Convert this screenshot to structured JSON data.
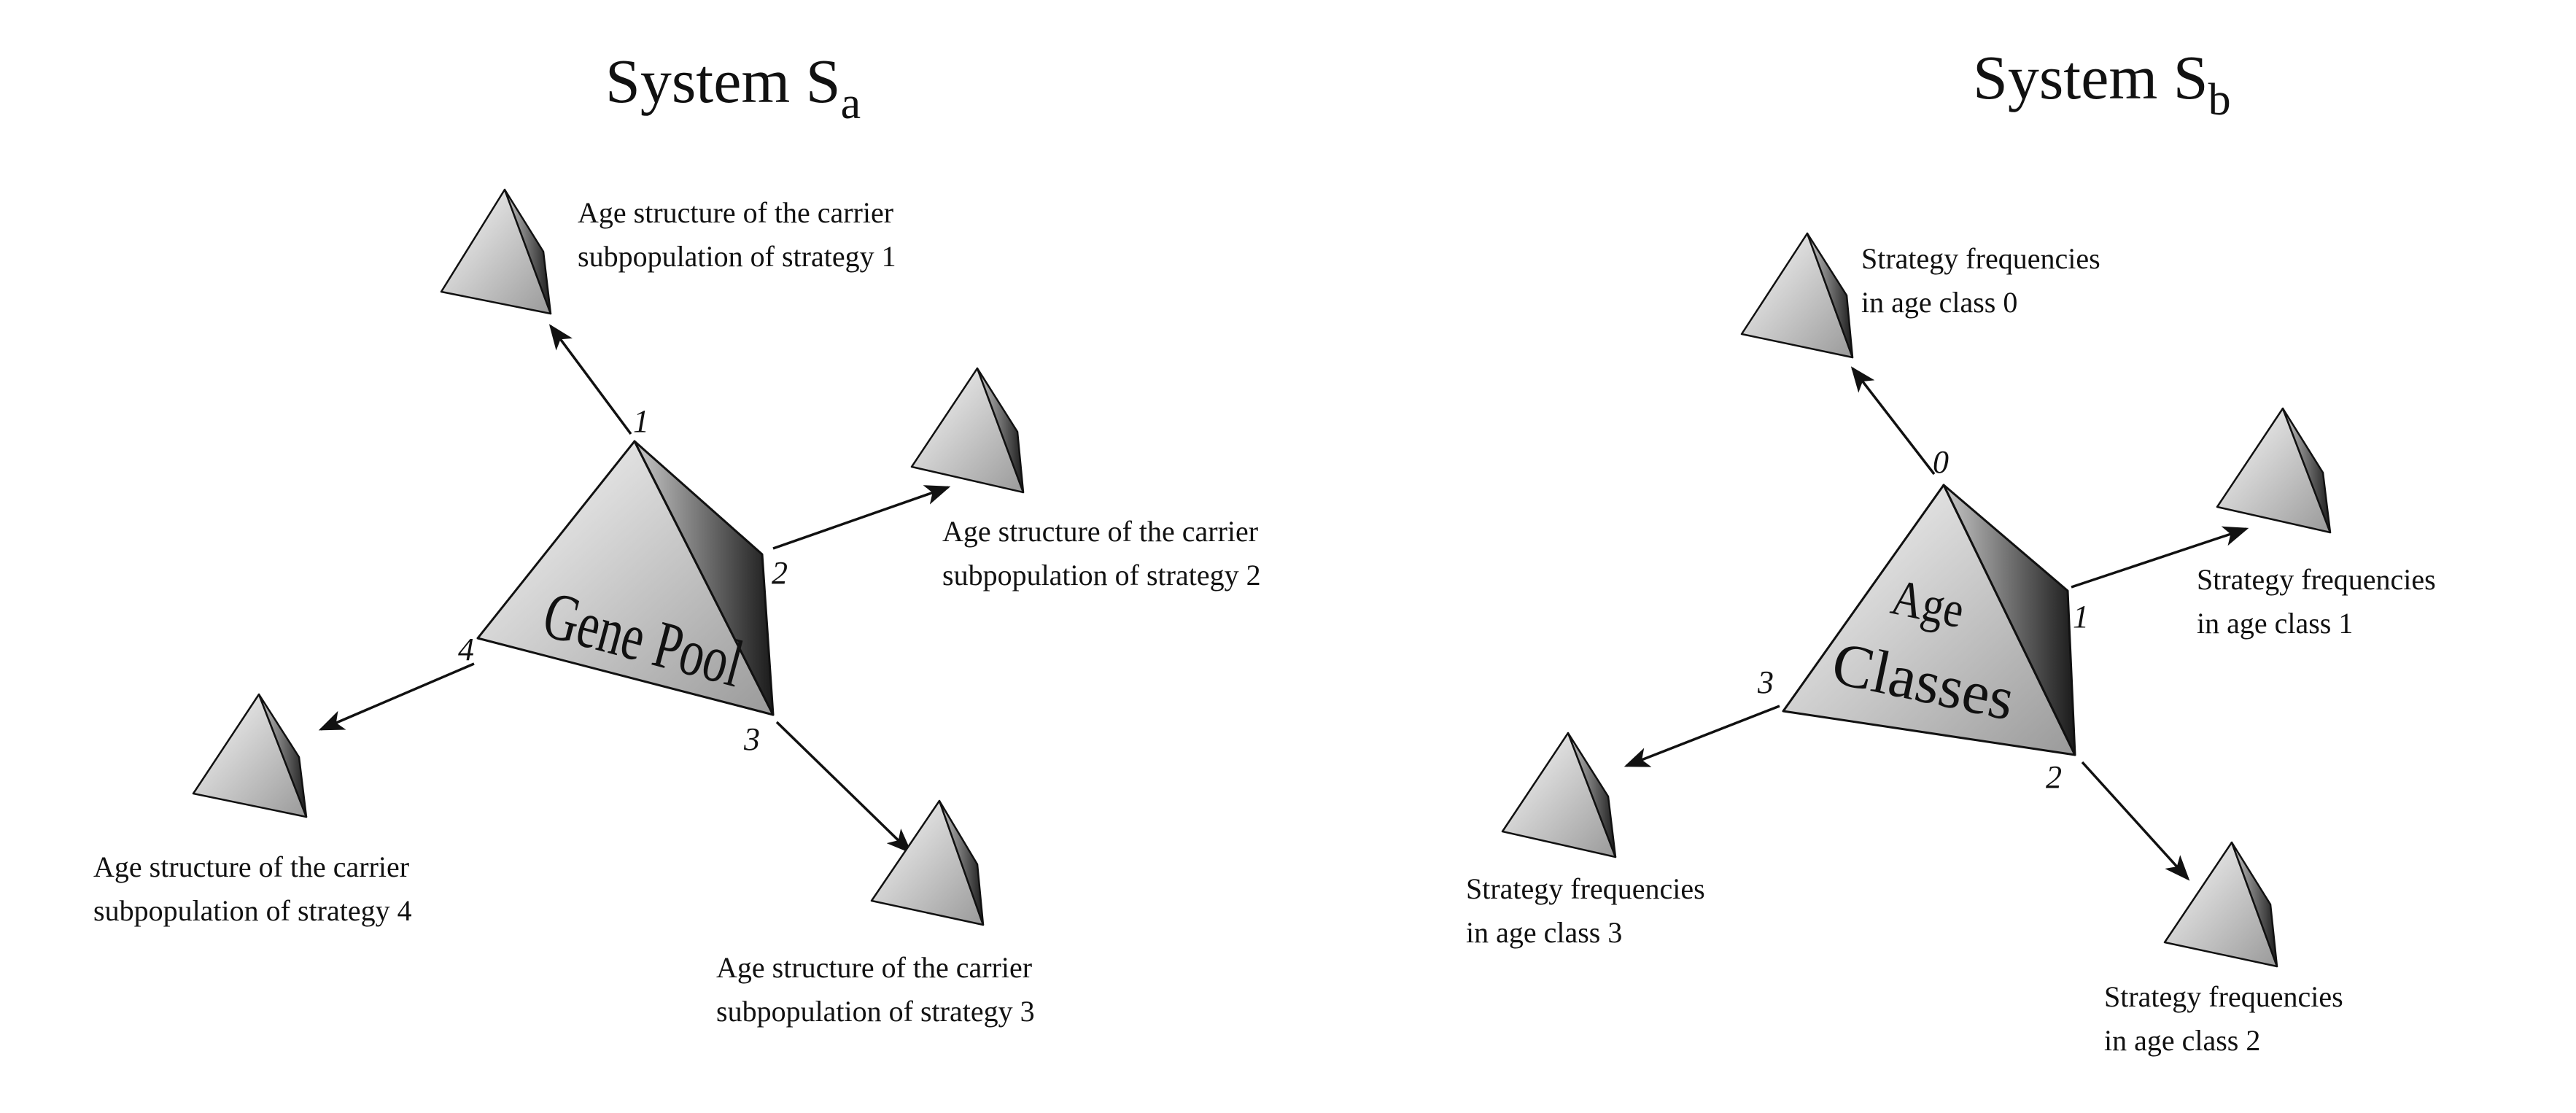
{
  "systems": {
    "a": {
      "title_main": "System S",
      "title_sub": "a",
      "center": {
        "line1": "Gene Pool",
        "line2": ""
      },
      "vertices": [
        "1",
        "2",
        "3",
        "4"
      ],
      "labels": [
        {
          "line1": "Age structure of the carrier",
          "line2": "subpopulation of strategy 1"
        },
        {
          "line1": "Age structure of the carrier",
          "line2": "subpopulation of strategy 2"
        },
        {
          "line1": "Age structure of the carrier",
          "line2": "subpopulation of strategy 3"
        },
        {
          "line1": "Age structure of the carrier",
          "line2": "subpopulation of strategy 4"
        }
      ]
    },
    "b": {
      "title_main": "System S",
      "title_sub": "b",
      "center": {
        "line1": "Age",
        "line2": "Classes"
      },
      "vertices": [
        "0",
        "1",
        "2",
        "3"
      ],
      "labels": [
        {
          "line1": "Strategy frequencies",
          "line2": "in age class 0"
        },
        {
          "line1": "Strategy frequencies",
          "line2": "in age class 1"
        },
        {
          "line1": "Strategy frequencies",
          "line2": "in age class 2"
        },
        {
          "line1": "Strategy frequencies",
          "line2": "in age class 3"
        }
      ]
    }
  }
}
